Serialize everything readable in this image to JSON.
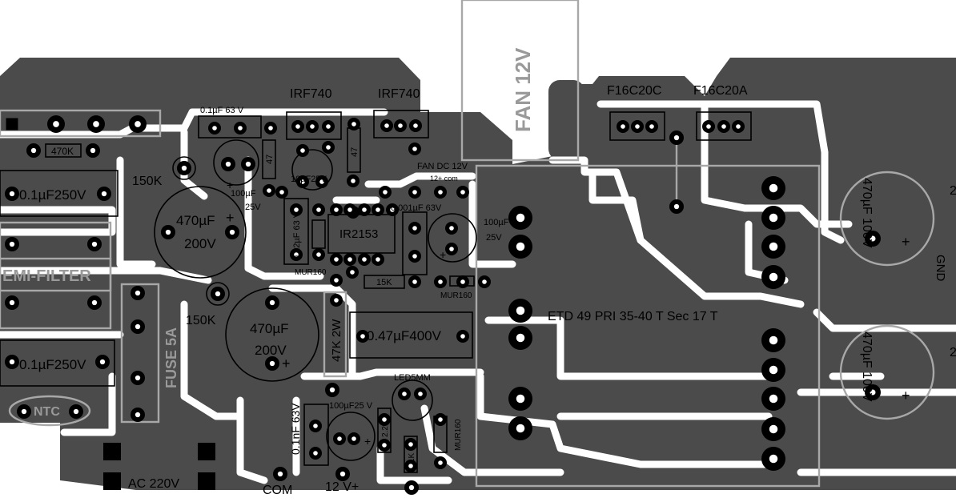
{
  "board": {
    "copper_color": "#4b4b4b",
    "silk_color": "#000000",
    "ghost_silk_color": "#a8a8a8",
    "background_color": "#ffffff"
  },
  "labels": {
    "fan_12v": "FAN  12V",
    "irf740_a": "IRF740",
    "irf740_b": "IRF740",
    "f16c20c": "F16C20C",
    "f16c20a": "F16C20A",
    "cap_01uf_63v_top": "0.1µF  63 V",
    "r_470k": "470K",
    "cap_01uf_250v_a": "0.1µF250V",
    "cap_01uf_250v_b": "0.1µF250V",
    "r_150k_a": "150K",
    "r_150k_b": "150K",
    "cap_470uf_a": "470µF",
    "cap_200v_a": "200V",
    "cap_470uf_b": "470µF",
    "cap_200v_b": "200V",
    "cap_100uf_25v_a": "100µF",
    "cap_100uf_25v_a2": "25V",
    "r_47": "47",
    "cap_10uf_25v": "10µF25V",
    "r_47_b": "47",
    "fan_dc": "FAN DC 12V",
    "fan_pins": "12+  com",
    "cap_0001uf": "0.001µF 63V",
    "cap_022uf": "0.22µF 63 V",
    "ic_ir2153": "IR2153",
    "mur160_a": "MUR160",
    "r_15k": "15K",
    "mur160_b": "MUR160",
    "cap_100uf_25v_c": "100µF",
    "cap_25v_c": "25V",
    "emi_filter": "EMI-FILTER",
    "etd49": "ETD 49  PRI 35-40 T  Sec 17 T",
    "r_47k_2w": "47K 2W",
    "cap_047uf": "0.47µF400V",
    "fuse": "FUSE 5A",
    "ntc": "NTC",
    "led5mm": "LED5MM",
    "cap_100uf_25v_led": "100µF25 V",
    "r_22k": "2.2K",
    "r_1k": "1K",
    "mur160_c": "MUR160",
    "cap_01nf": "0.1nF 63V",
    "ac220v": "AC 220V",
    "com": "COM",
    "v12": "12 V+",
    "cap_470uf_100v_a": "470µF 100V",
    "cap_470uf_100v_b": "470µF 100V",
    "gnd": "GND",
    "plus_sign": "+",
    "edge_2_a": "2",
    "edge_2_b": "2"
  }
}
